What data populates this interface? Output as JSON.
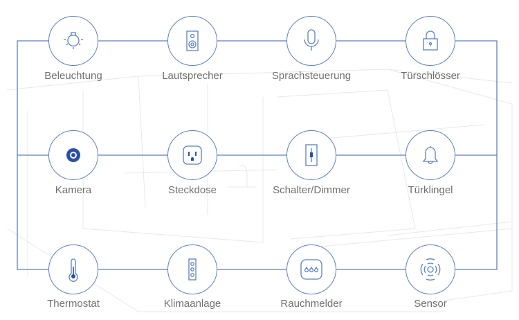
{
  "devices": [
    {
      "label": "Beleuchtung",
      "icon": "lightbulb-icon"
    },
    {
      "label": "Lautsprecher",
      "icon": "speaker-icon"
    },
    {
      "label": "Sprachsteuerung",
      "icon": "microphone-icon"
    },
    {
      "label": "Türschlösser",
      "icon": "lock-icon"
    },
    {
      "label": "Kamera",
      "icon": "camera-icon"
    },
    {
      "label": "Steckdose",
      "icon": "outlet-icon"
    },
    {
      "label": "Schalter/Dimmer",
      "icon": "dimmer-switch-icon"
    },
    {
      "label": "Türklingel",
      "icon": "doorbell-icon"
    },
    {
      "label": "Thermostat",
      "icon": "thermometer-icon"
    },
    {
      "label": "Klimaanlage",
      "icon": "air-conditioner-icon"
    },
    {
      "label": "Rauchmelder",
      "icon": "smoke-detector-icon"
    },
    {
      "label": "Sensor",
      "icon": "sensor-icon"
    }
  ],
  "colors": {
    "accent": "#5b7fc4",
    "label": "#707070"
  }
}
